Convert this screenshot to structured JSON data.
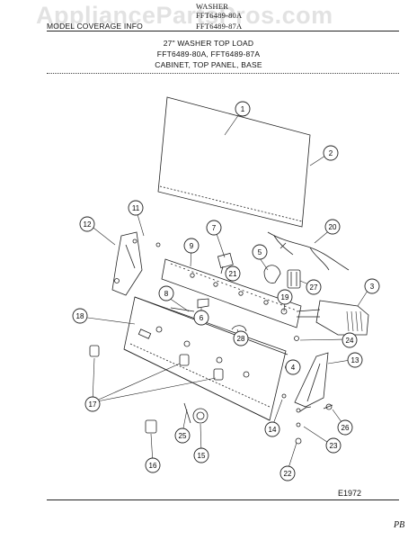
{
  "header": {
    "product": "WASHER",
    "model_line_1": "FFT6489-80A",
    "model_line_2": "FFT6489-87A",
    "label_left": "MODEL COVERAGE INFO"
  },
  "watermark": "AppliancePartsPros.com",
  "title": {
    "line1": "27\" WASHER TOP LOAD",
    "line2": "FFT6489-80A, FFT6489-87A",
    "line3": "CABINET, TOP PANEL, BASE"
  },
  "callouts": [
    "1",
    "2",
    "3",
    "4",
    "5",
    "6",
    "7",
    "8",
    "9",
    "11",
    "12",
    "13",
    "14",
    "15",
    "16",
    "17",
    "18",
    "19",
    "20",
    "21",
    "22",
    "23",
    "24",
    "25",
    "26",
    "27",
    "28"
  ],
  "figure_code": "E1972",
  "page_initials": "PB"
}
